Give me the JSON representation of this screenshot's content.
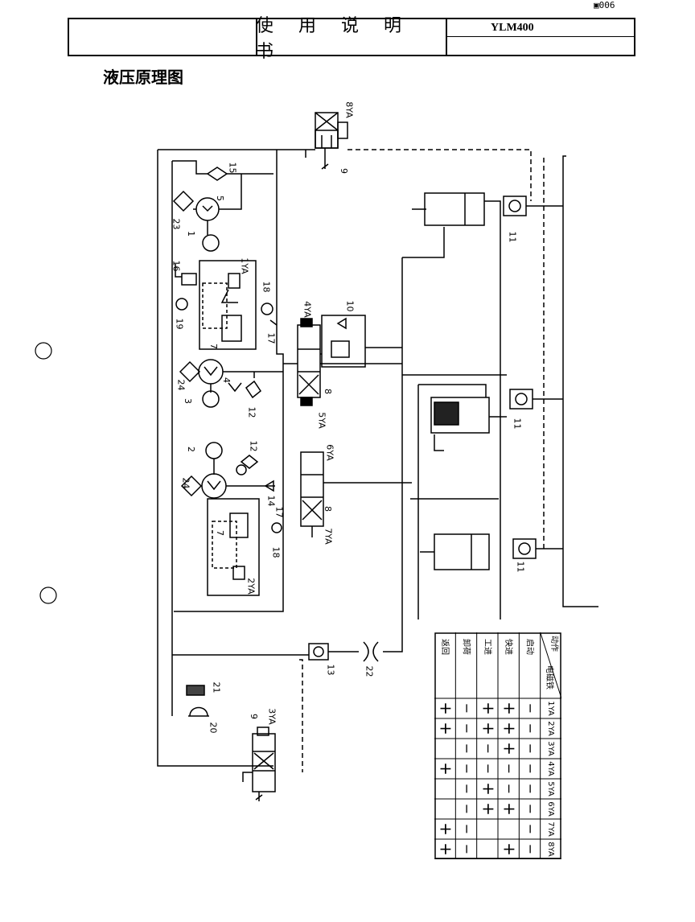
{
  "fax_page": "006",
  "header": {
    "title": "使 用 说 明 书",
    "model": "YLM400"
  },
  "section_title": "液压原理图",
  "diagram_labels": {
    "n1": "1",
    "n2": "2",
    "n3": "3",
    "n4": "4",
    "n5": "5",
    "n7a": "7",
    "n7b": "7",
    "n8a": "8",
    "n8b": "8",
    "n9a": "9",
    "n9b": "9",
    "n10": "10",
    "n11a": "11",
    "n11b": "11",
    "n11c": "11",
    "n12a": "12",
    "n12b": "12",
    "n13": "13",
    "n14": "14",
    "n15": "15",
    "n16": "16",
    "n17a": "17",
    "n17b": "17",
    "n18a": "18",
    "n18b": "18",
    "n19": "19",
    "n20": "20",
    "n21": "21",
    "n22": "22",
    "n23": "23",
    "n24a": "24",
    "n24b": "24",
    "ya1": "1YA",
    "ya2": "2YA",
    "ya3": "3YA",
    "ya4": "4YA",
    "ya5": "5YA",
    "ya6": "6YA",
    "ya7": "7YA",
    "ya8": "8YA"
  },
  "action_table": {
    "corner_top": "动作",
    "corner_bottom": "电磁铁",
    "actions": [
      "启动",
      "快进",
      "工进",
      "卸荷",
      "返回"
    ],
    "solenoids": [
      "1YA",
      "2YA",
      "3YA",
      "4YA",
      "5YA",
      "6YA",
      "7YA",
      "8YA"
    ],
    "rows": [
      [
        "−",
        "+",
        "+",
        "−",
        "+"
      ],
      [
        "−",
        "+",
        "+",
        "−",
        "+"
      ],
      [
        "−",
        "+",
        "−",
        "−",
        ""
      ],
      [
        "−",
        "−",
        "−",
        "−",
        "+"
      ],
      [
        "−",
        "−",
        "+",
        "−",
        ""
      ],
      [
        "−",
        "+",
        "+",
        "−",
        ""
      ],
      [
        "−",
        "",
        "",
        "−",
        "+"
      ],
      [
        "−",
        "+",
        "",
        "−",
        "+"
      ]
    ]
  }
}
